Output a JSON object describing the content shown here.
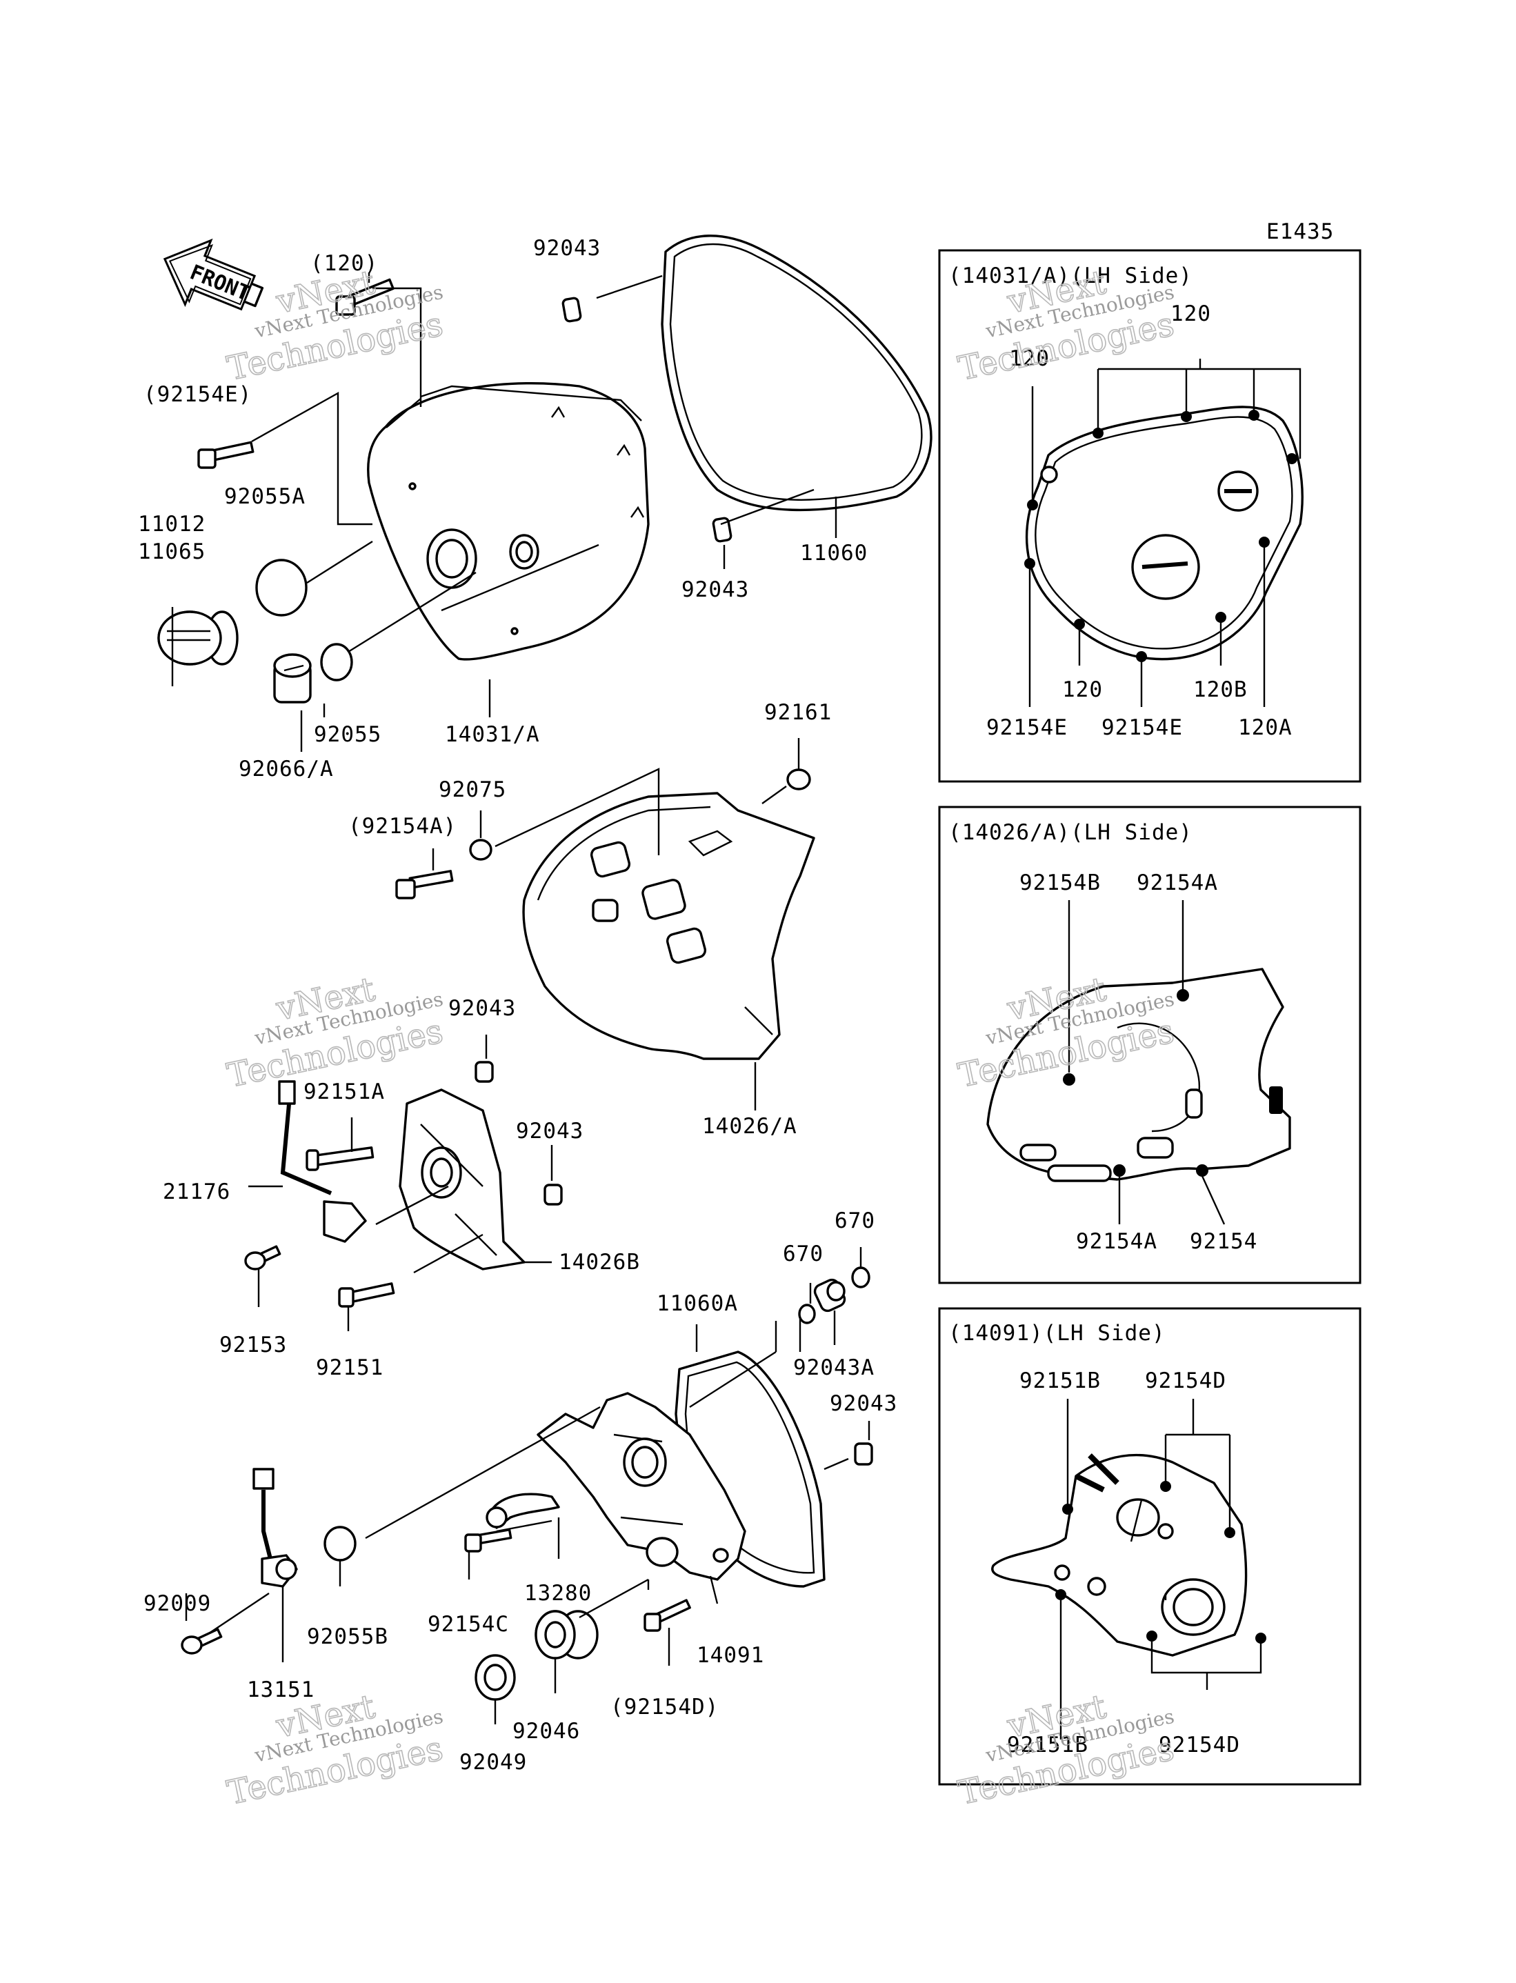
{
  "diagram_code": "E1435",
  "front_arrow_text": "FRONT",
  "watermark": {
    "line1": "vNext",
    "line2": "vNext Technologies",
    "line3": "Technologies"
  },
  "labels": {
    "l120p": "(120)",
    "l92043a": "92043",
    "l92154E": "(92154E)",
    "l92055A": "92055A",
    "l11012": "11012",
    "l11065": "11065",
    "l92043b": "92043",
    "l11060": "11060",
    "l92055": "92055",
    "l14031": "14031/A",
    "l92066": "92066/A",
    "l92161": "92161",
    "l92075": "92075",
    "l92154A": "(92154A)",
    "l14026": "14026/A",
    "l92043c": "92043",
    "l92151A": "92151A",
    "l92043d": "92043",
    "l21176": "21176",
    "l14026B": "14026B",
    "l92153": "92153",
    "l92151": "92151",
    "l670a": "670",
    "l670b": "670",
    "l11060A": "11060A",
    "l92043A": "92043A",
    "l92043e": "92043",
    "l92009": "92009",
    "l92055B": "92055B",
    "l92154C": "92154C",
    "l13280": "13280",
    "l14091": "14091",
    "l13151": "13151",
    "l92154Dp": "(92154D)",
    "l92046": "92046",
    "l92049": "92049"
  },
  "insets": [
    {
      "title": "(14031/A)(LH Side)",
      "labels": [
        "120",
        "120",
        "120",
        "120B",
        "92154E",
        "92154E",
        "120A"
      ]
    },
    {
      "title": "(14026/A)(LH Side)",
      "labels": [
        "92154B",
        "92154A",
        "92154A",
        "92154"
      ]
    },
    {
      "title": "(14091)(LH Side)",
      "labels": [
        "92151B",
        "92154D",
        "92151B",
        "92154D"
      ]
    }
  ]
}
